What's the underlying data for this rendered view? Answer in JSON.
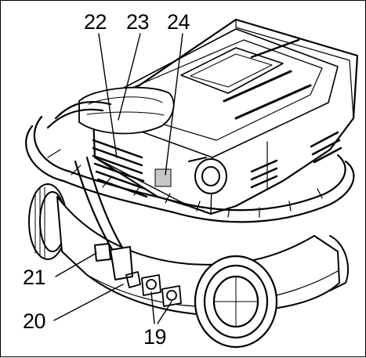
{
  "figure": {
    "callouts": {
      "c19": "19",
      "c20": "20",
      "c21": "21",
      "c22": "22",
      "c23": "23",
      "c24": "24"
    },
    "colors": {
      "ink": "#000000",
      "paper": "#ffffff",
      "highlight": "#c8c8c8"
    },
    "subject": "vacuum-cleaner-with-coiled-hose"
  }
}
